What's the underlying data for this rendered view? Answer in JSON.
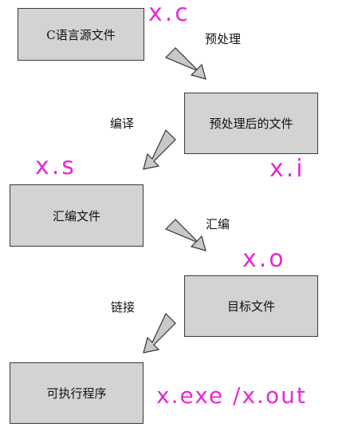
{
  "diagram": {
    "boxes": {
      "source": "C语言源文件",
      "preprocessed": "预处理后的文件",
      "assembly": "汇编文件",
      "object": "目标文件",
      "executable": "可执行程序"
    },
    "steps": {
      "preprocess": "预处理",
      "compile": "编译",
      "assemble": "汇编",
      "link": "链接"
    },
    "annotations": {
      "source_ext": "x.c",
      "preprocessed_ext": "x.i",
      "assembly_ext": "x.s",
      "object_ext": "x.o",
      "executable_ext": "x.exe /x.out"
    },
    "colors": {
      "box_fill": "#d3d3d3",
      "arrow_fill": "#c8c8c8",
      "annotation": "#e62ad6"
    }
  }
}
